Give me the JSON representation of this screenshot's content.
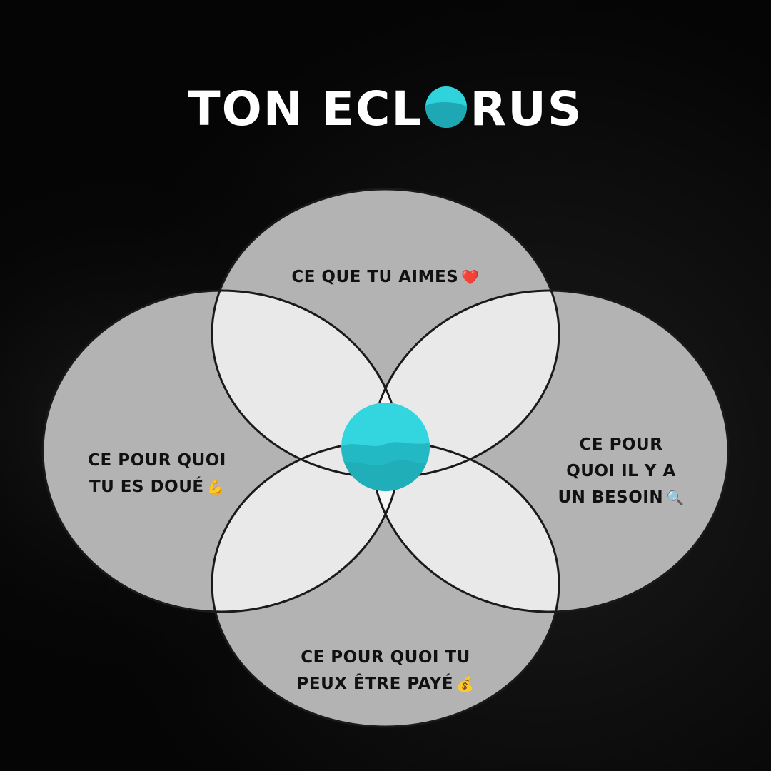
{
  "title": {
    "prefix": "TON ECL",
    "suffix": "RUS"
  },
  "circles": {
    "top": {
      "text": "CE QUE TU AIMES",
      "emoji": "❤️"
    },
    "left": {
      "text": "CE POUR QUOI\nTU ES DOUÉ",
      "emoji": "💪"
    },
    "right": {
      "text": "CE POUR\nQUOI IL Y A\nUN BESOIN",
      "emoji": "🔍"
    },
    "bottom": {
      "text": "CE POUR QUOI TU\nPEUX ÊTRE PAYÉ",
      "emoji": "💰"
    }
  },
  "colors": {
    "background": "#000000",
    "circle_fill": "#b3b3b3",
    "overlap_fill": "#e9e9e9",
    "center_fill": "#f7f7f7",
    "outline": "#1a1a1a",
    "accent": "#2fd3dc",
    "accent_dark": "#1ea8b3"
  },
  "center_icon": "teal-wave-orb-icon"
}
